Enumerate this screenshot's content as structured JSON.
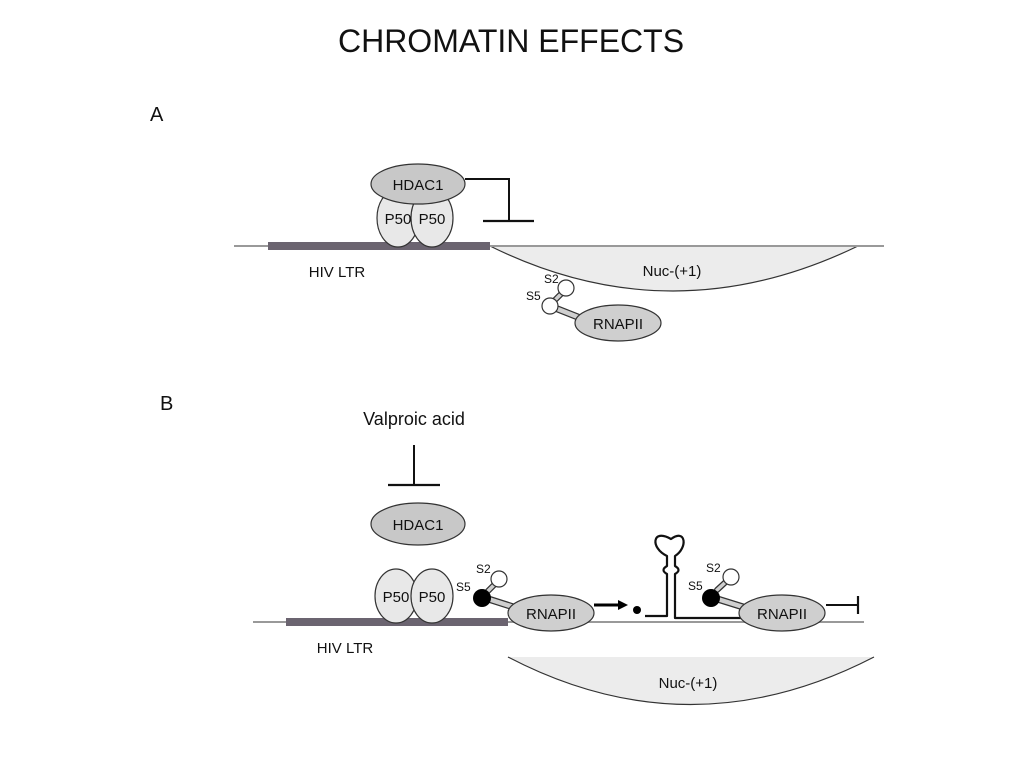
{
  "title": "CHROMATIN EFFECTS",
  "panel_a": {
    "label": "A",
    "hdac": "HDAC1",
    "p50_left": "P50",
    "p50_right": "P50",
    "ltr": "HIV LTR",
    "nuc": "Nuc-(+1)",
    "s2": "S2",
    "s5": "S5",
    "rnapii": "RNAPII"
  },
  "panel_b": {
    "label": "B",
    "drug": "Valproic acid",
    "hdac": "HDAC1",
    "p50_left": "P50",
    "p50_right": "P50",
    "ltr": "HIV LTR",
    "nuc": "Nuc-(+1)",
    "s2_first": "S2",
    "s5_first": "S5",
    "rnapii_first": "RNAPII",
    "s2_second": "S2",
    "s5_second": "S5",
    "rnapii_second": "RNAPII"
  },
  "colors": {
    "hdac_fill": "#c8c8c8",
    "p50_fill": "#e8e8e8",
    "rnapii_fill": "#cfcfcf",
    "ltr_bar": "#6b6470",
    "dna_line": "#999999",
    "nuc_fill": "#ececec",
    "ser_phospho": "#000000"
  }
}
